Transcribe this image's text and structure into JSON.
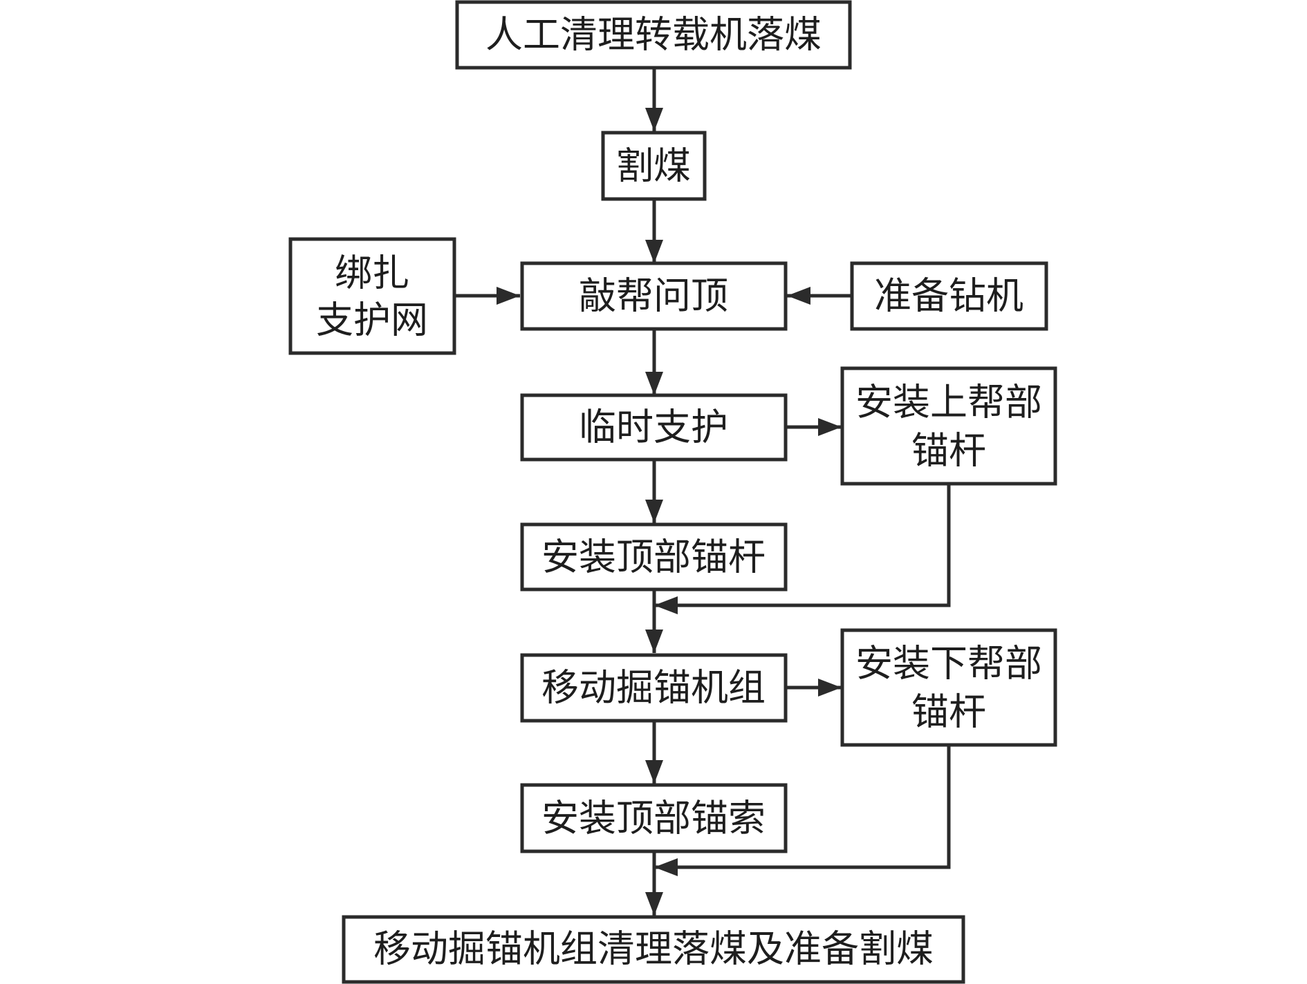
{
  "diagram": {
    "nodes": {
      "clear_transfer": "人工清理转载机落煤",
      "cut_coal": "割煤",
      "tie_mesh_line1": "绑扎",
      "tie_mesh_line2": "支护网",
      "knock_roof": "敲帮问顶",
      "prep_drill": "准备钻机",
      "temp_support": "临时支护",
      "upper_rib_line1": "安装上帮部",
      "upper_rib_line2": "锚杆",
      "roof_bolt": "安装顶部锚杆",
      "move_unit": "移动掘锚机组",
      "lower_rib_line1": "安装下帮部",
      "lower_rib_line2": "锚杆",
      "roof_cable": "安装顶部锚索",
      "final": "移动掘锚机组清理落煤及准备割煤"
    }
  }
}
